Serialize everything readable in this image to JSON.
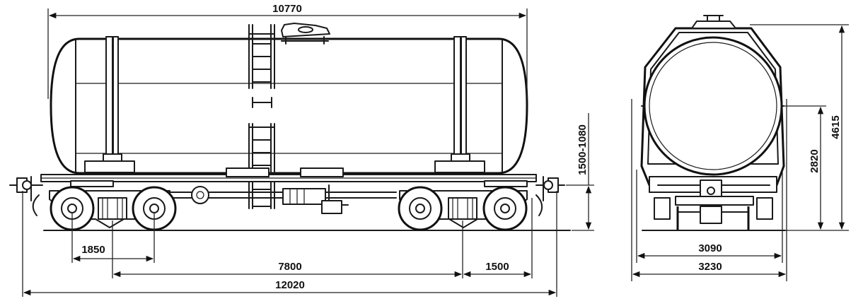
{
  "side_view": {
    "dimensions": {
      "tank_length": "10770",
      "coupling_height": "1500-1080",
      "bogie_wheelbase": "1850",
      "bogie_centers": "7800",
      "overhang": "1500",
      "total_length": "12020"
    }
  },
  "end_view": {
    "dimensions": {
      "total_height": "4615",
      "tank_axis_height": "2820",
      "width_inner": "3090",
      "width_outer": "3230"
    }
  }
}
